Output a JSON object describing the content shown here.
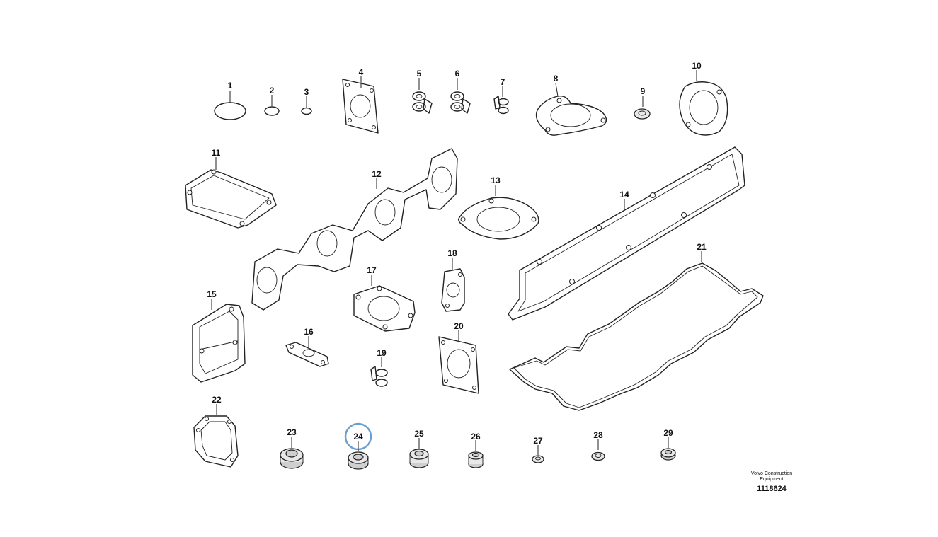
{
  "diagram": {
    "parts": [
      {
        "number": "1"
      },
      {
        "number": "2"
      },
      {
        "number": "3"
      },
      {
        "number": "4"
      },
      {
        "number": "5"
      },
      {
        "number": "6"
      },
      {
        "number": "7"
      },
      {
        "number": "8"
      },
      {
        "number": "9"
      },
      {
        "number": "10"
      },
      {
        "number": "11"
      },
      {
        "number": "12"
      },
      {
        "number": "13"
      },
      {
        "number": "14"
      },
      {
        "number": "15"
      },
      {
        "number": "16"
      },
      {
        "number": "17"
      },
      {
        "number": "18"
      },
      {
        "number": "19"
      },
      {
        "number": "20"
      },
      {
        "number": "21"
      },
      {
        "number": "22"
      },
      {
        "number": "23"
      },
      {
        "number": "24"
      },
      {
        "number": "25"
      },
      {
        "number": "26"
      },
      {
        "number": "27"
      },
      {
        "number": "28"
      },
      {
        "number": "29"
      }
    ],
    "highlighted_part": "24",
    "highlight_color": "#6b9fd0"
  },
  "footer": {
    "brand_line1": "Volvo Construction",
    "brand_line2": "Equipment",
    "doc_number": "1118624"
  }
}
